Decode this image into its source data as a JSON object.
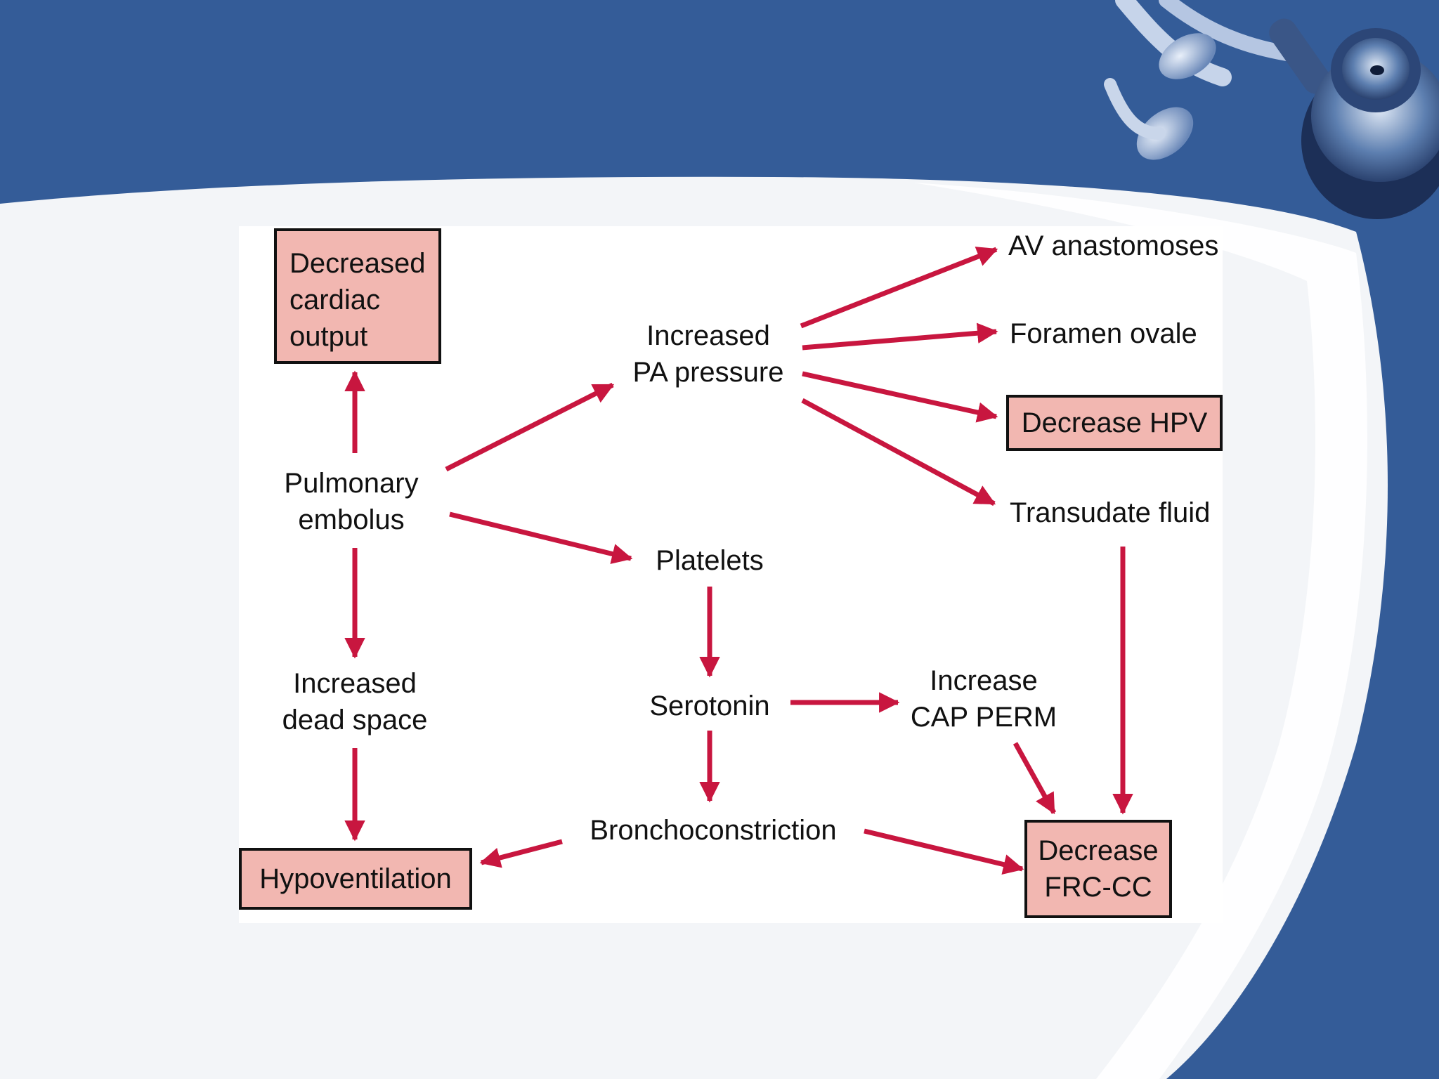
{
  "colors": {
    "banner": "#345c98",
    "background": "#f2f4f7",
    "arrow": "#c8163f",
    "box_fill": "#f2b7b1",
    "box_border": "#111111"
  },
  "decoration": {
    "corner_image": "stethoscope-icon"
  },
  "diagram": {
    "nodes": {
      "decreased_cardiac_output": "Decreased\ncardiac\noutput",
      "pulmonary_embolus": "Pulmonary\nembolus",
      "increased_dead_space": "Increased\ndead space",
      "hypoventilation": "Hypoventilation",
      "increased_pa_pressure": "Increased\nPA pressure",
      "platelets": "Platelets",
      "serotonin": "Serotonin",
      "bronchoconstriction": "Bronchoconstriction",
      "av_anastomoses": "AV anastomoses",
      "foramen_ovale": "Foramen ovale",
      "decrease_hpv": "Decrease HPV",
      "transudate_fluid": "Transudate fluid",
      "increase_cap_perm": "Increase\nCAP PERM",
      "decrease_frc_cc": "Decrease\nFRC-CC"
    },
    "edges": [
      {
        "from": "pulmonary_embolus",
        "to": "decreased_cardiac_output"
      },
      {
        "from": "pulmonary_embolus",
        "to": "increased_pa_pressure"
      },
      {
        "from": "pulmonary_embolus",
        "to": "platelets"
      },
      {
        "from": "pulmonary_embolus",
        "to": "increased_dead_space"
      },
      {
        "from": "increased_dead_space",
        "to": "hypoventilation"
      },
      {
        "from": "increased_pa_pressure",
        "to": "av_anastomoses"
      },
      {
        "from": "increased_pa_pressure",
        "to": "foramen_ovale"
      },
      {
        "from": "increased_pa_pressure",
        "to": "decrease_hpv"
      },
      {
        "from": "increased_pa_pressure",
        "to": "transudate_fluid"
      },
      {
        "from": "platelets",
        "to": "serotonin"
      },
      {
        "from": "serotonin",
        "to": "increase_cap_perm"
      },
      {
        "from": "serotonin",
        "to": "bronchoconstriction"
      },
      {
        "from": "bronchoconstriction",
        "to": "hypoventilation"
      },
      {
        "from": "bronchoconstriction",
        "to": "decrease_frc_cc"
      },
      {
        "from": "increase_cap_perm",
        "to": "decrease_frc_cc"
      },
      {
        "from": "transudate_fluid",
        "to": "decrease_frc_cc"
      }
    ]
  }
}
